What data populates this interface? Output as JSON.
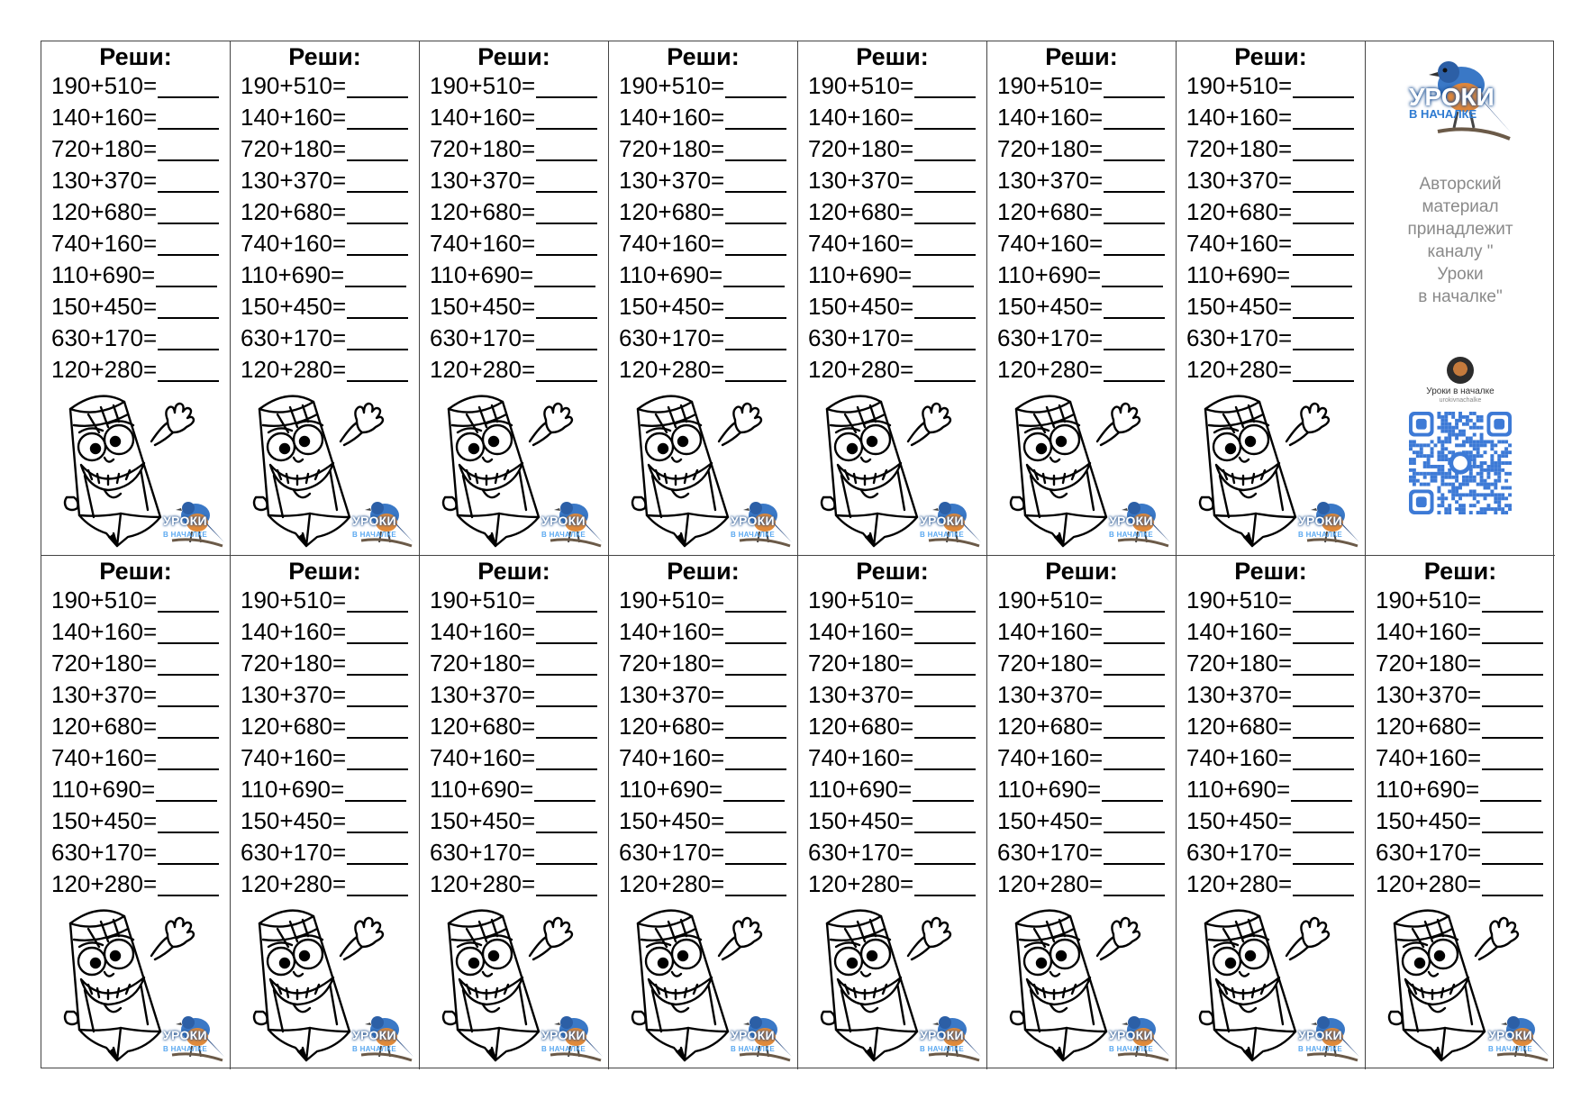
{
  "card": {
    "title": "Реши:",
    "problems": [
      "190+510=",
      "140+160=",
      "720+180=",
      "130+370=",
      "120+680=",
      "740+160=",
      "110+690=",
      "150+450=",
      "630+170=",
      "120+280="
    ]
  },
  "brand": {
    "line1": "УРОКИ",
    "line2": "В НАЧАЛКЕ"
  },
  "info": {
    "author_text": "Авторский\nматериал\nпринадлежит\nканалу \"\nУроки\nв началке\"",
    "channel_name": "Уроки в началке",
    "channel_handle": "urokivnachalke"
  },
  "colors": {
    "qr": "#3d7ad6",
    "brand_blue": "#1b4f92",
    "caption_grey": "#8a8a8a"
  },
  "icons": [
    "pencil-mascot-icon",
    "bird-logo-icon",
    "qr-code-icon",
    "channel-avatar-icon"
  ]
}
